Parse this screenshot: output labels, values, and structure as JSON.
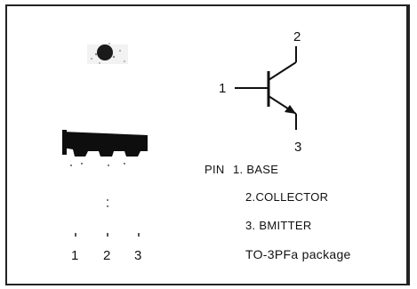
{
  "package_drawing": {
    "lead_labels": [
      "1",
      "2",
      "3"
    ]
  },
  "schematic": {
    "terminal_labels": {
      "base": "1",
      "collector": "2",
      "emitter": "3"
    }
  },
  "pin_table": {
    "prefix": "PIN",
    "pins": [
      "1. BASE",
      "2.COLLECTOR",
      "3. BMITTER"
    ],
    "package": "TO-3PFa package"
  }
}
